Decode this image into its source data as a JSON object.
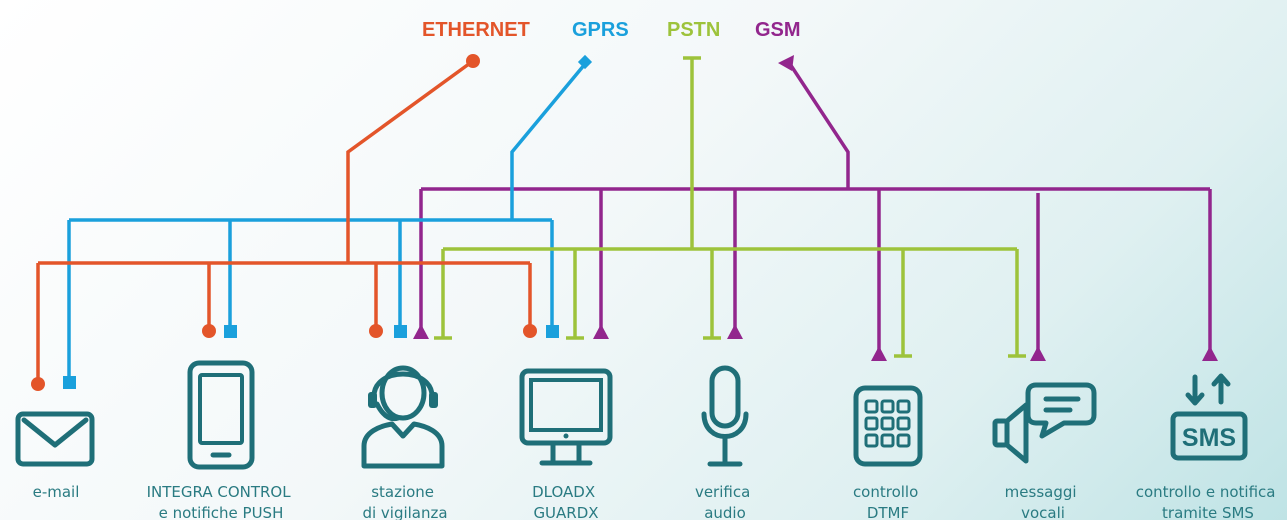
{
  "legend": {
    "ethernet": "ETHERNET",
    "gprs": "GPRS",
    "pstn": "PSTN",
    "gsm": "GSM"
  },
  "colors": {
    "ethernet": "#e3552a",
    "gprs": "#1aa0dc",
    "pstn": "#9dc33b",
    "gsm": "#92268d",
    "icon": "#1f6f78",
    "caption": "#2a7b82"
  },
  "targets": [
    {
      "icon": "mail-icon",
      "lines": [
        "e-mail"
      ]
    },
    {
      "icon": "smartphone-icon",
      "lines": [
        "INTEGRA CONTROL",
        "e notifiche PUSH"
      ]
    },
    {
      "icon": "headset-operator-icon",
      "lines": [
        "stazione",
        "di vigilanza"
      ]
    },
    {
      "icon": "monitor-icon",
      "lines": [
        "DLOADX",
        "GUARDX"
      ]
    },
    {
      "icon": "microphone-icon",
      "lines": [
        "verifica",
        "audio"
      ]
    },
    {
      "icon": "keypad-icon",
      "lines": [
        "controllo",
        "DTMF"
      ]
    },
    {
      "icon": "speaker-speech-icon",
      "lines": [
        "messaggi",
        "vocali"
      ]
    },
    {
      "icon": "sms-icon",
      "lines": [
        "controllo e notifica",
        "tramite SMS"
      ],
      "badge": "SMS"
    }
  ]
}
